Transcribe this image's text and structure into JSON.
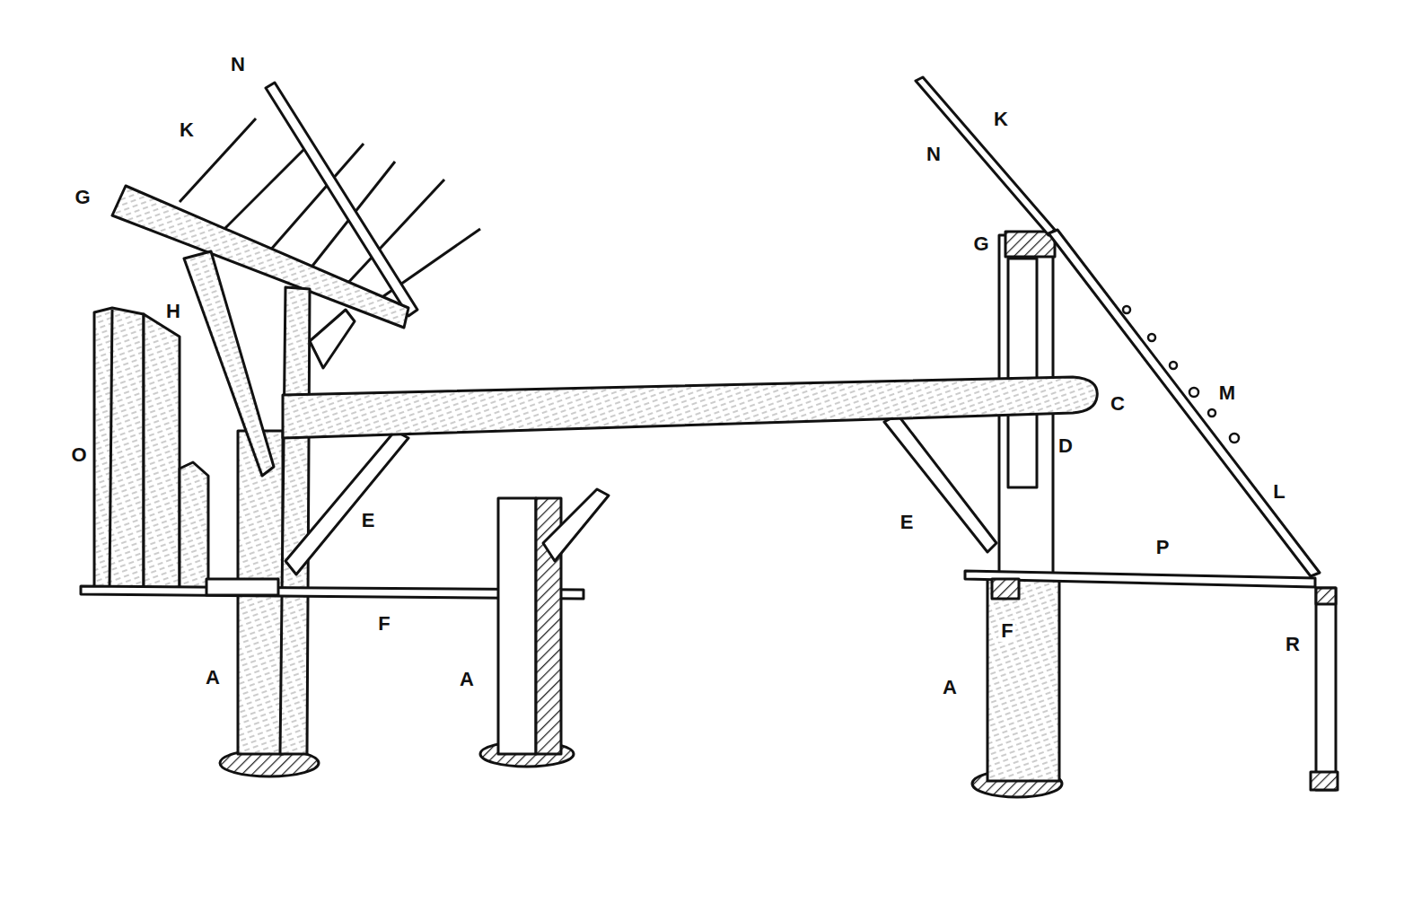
{
  "diagram": {
    "labels": [
      "N",
      "K",
      "K",
      "N",
      "G",
      "G",
      "H",
      "C",
      "M",
      "O",
      "D",
      "E",
      "E",
      "L",
      "P",
      "F",
      "F",
      "A",
      "A",
      "A",
      "R"
    ]
  }
}
